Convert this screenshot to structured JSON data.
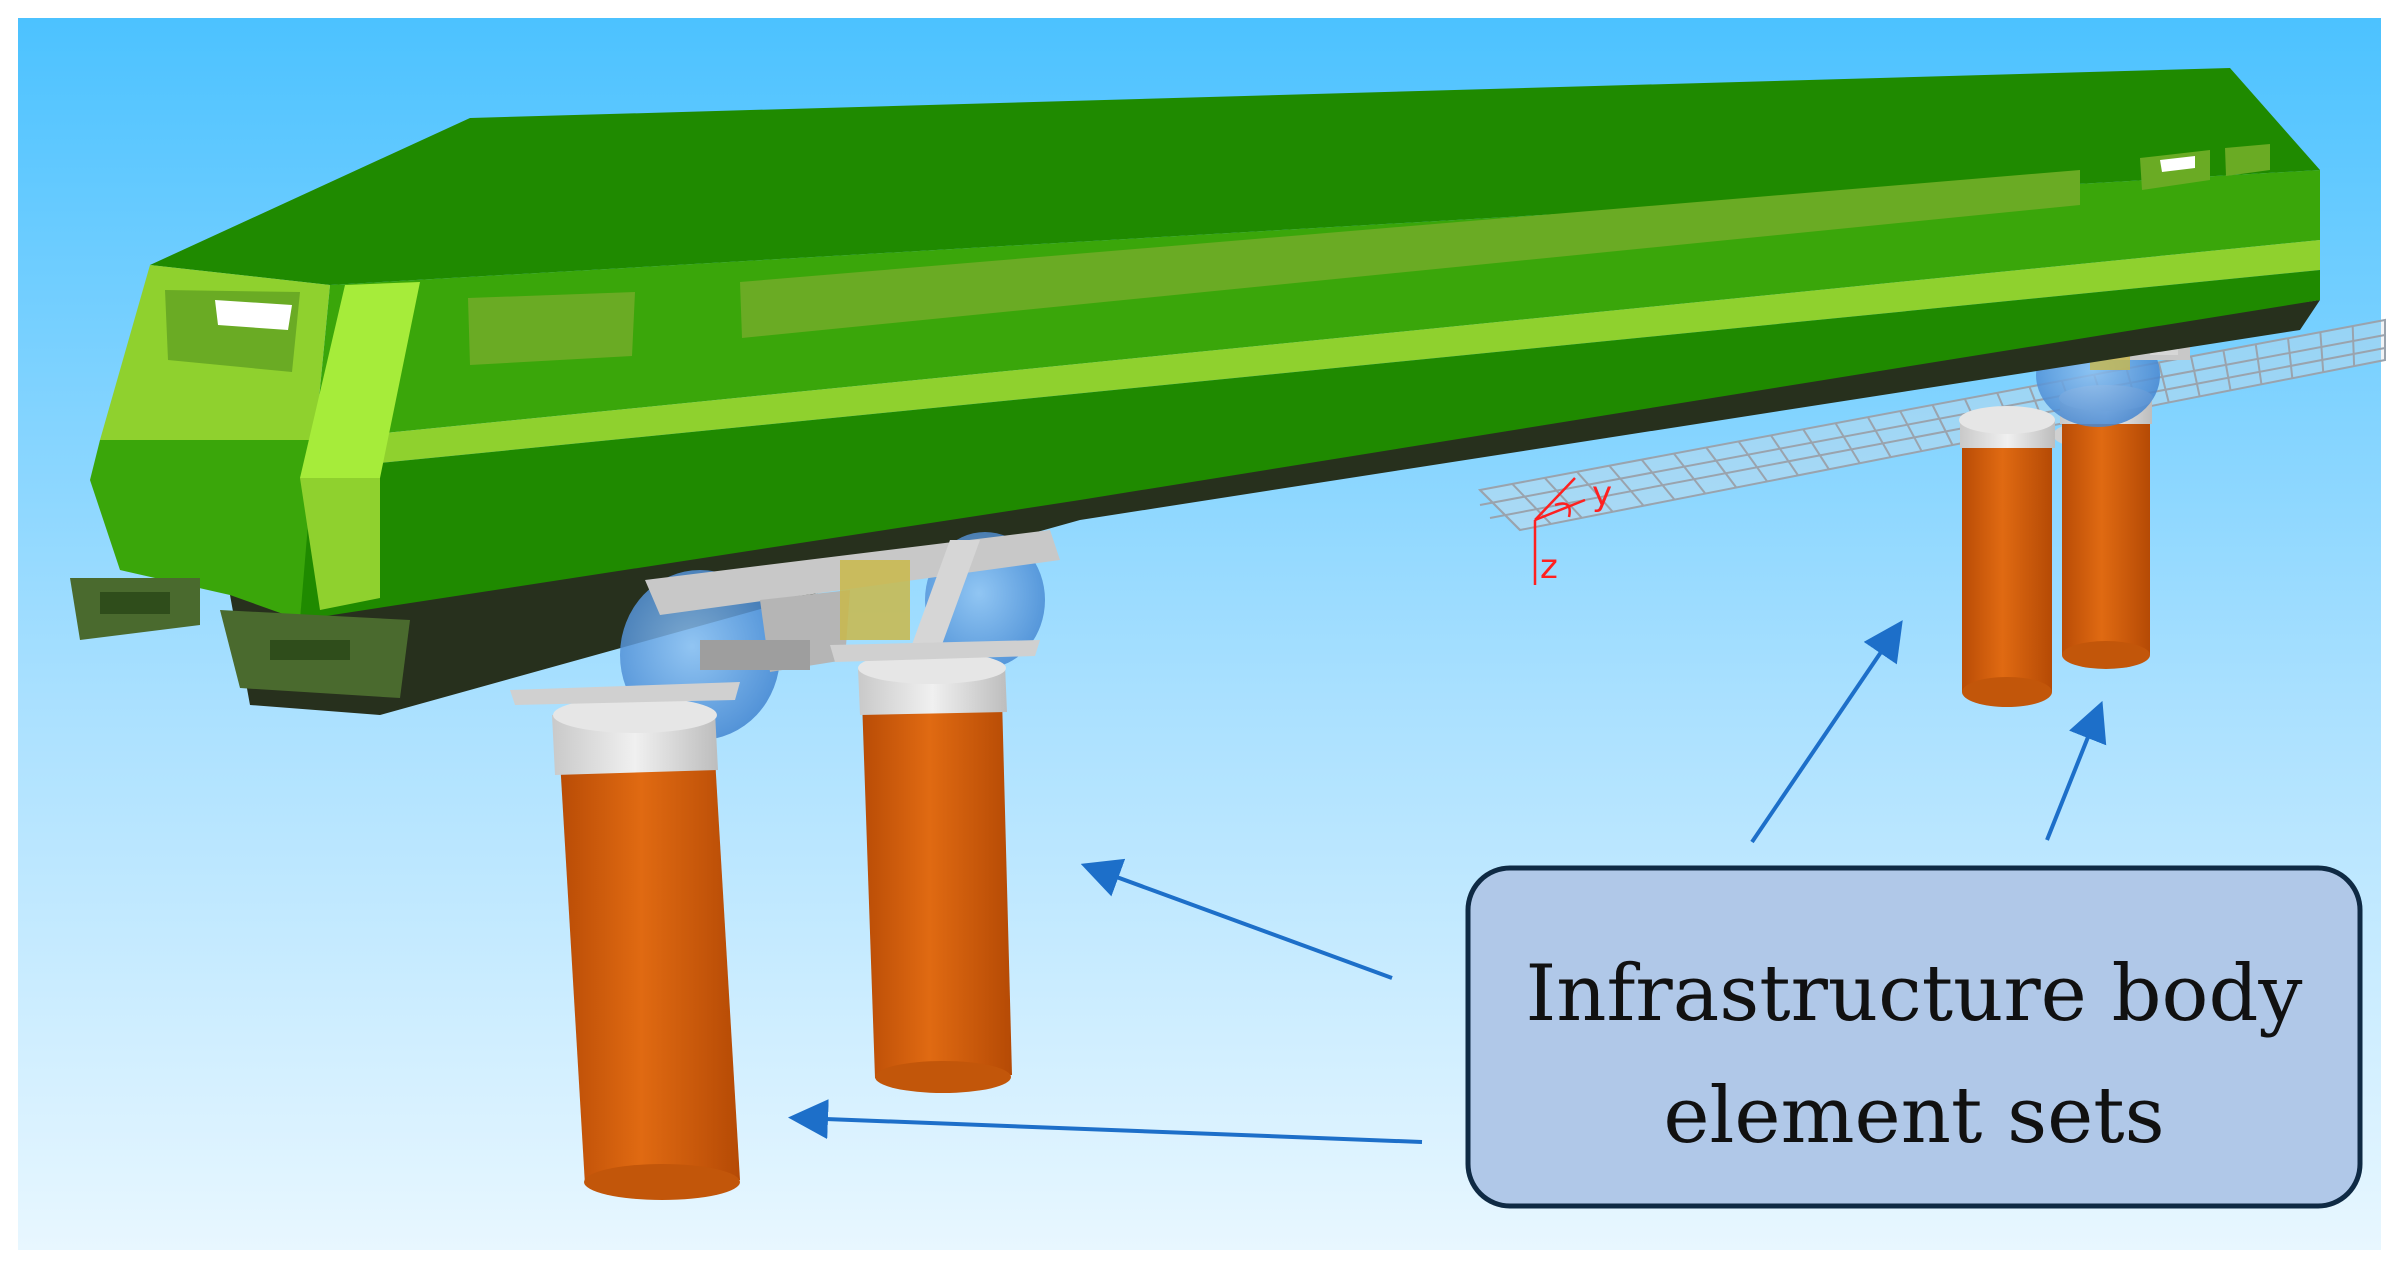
{
  "callout": {
    "line1": "Infrastructure body",
    "line2": "element sets"
  },
  "axes": {
    "x_label": "x",
    "y_label": "y",
    "z_label": "z"
  },
  "colors": {
    "sky_top": "#4cc2ff",
    "sky_bottom": "#e6f6ff",
    "body_dark_green": "#1f8a00",
    "body_mid_green": "#3aa60a",
    "body_light_green": "#8fd12e",
    "body_highlight": "#a6ec3a",
    "underframe": "#27301d",
    "pier_orange": "#d45d0a",
    "pier_cap": "#d9d9d9",
    "wheel_blue": "#4a8fd9",
    "arrow_blue": "#1d6fc9",
    "callout_fill": "#b0c8e8",
    "callout_border": "#0f2a44",
    "axis_red": "#ff2020"
  }
}
